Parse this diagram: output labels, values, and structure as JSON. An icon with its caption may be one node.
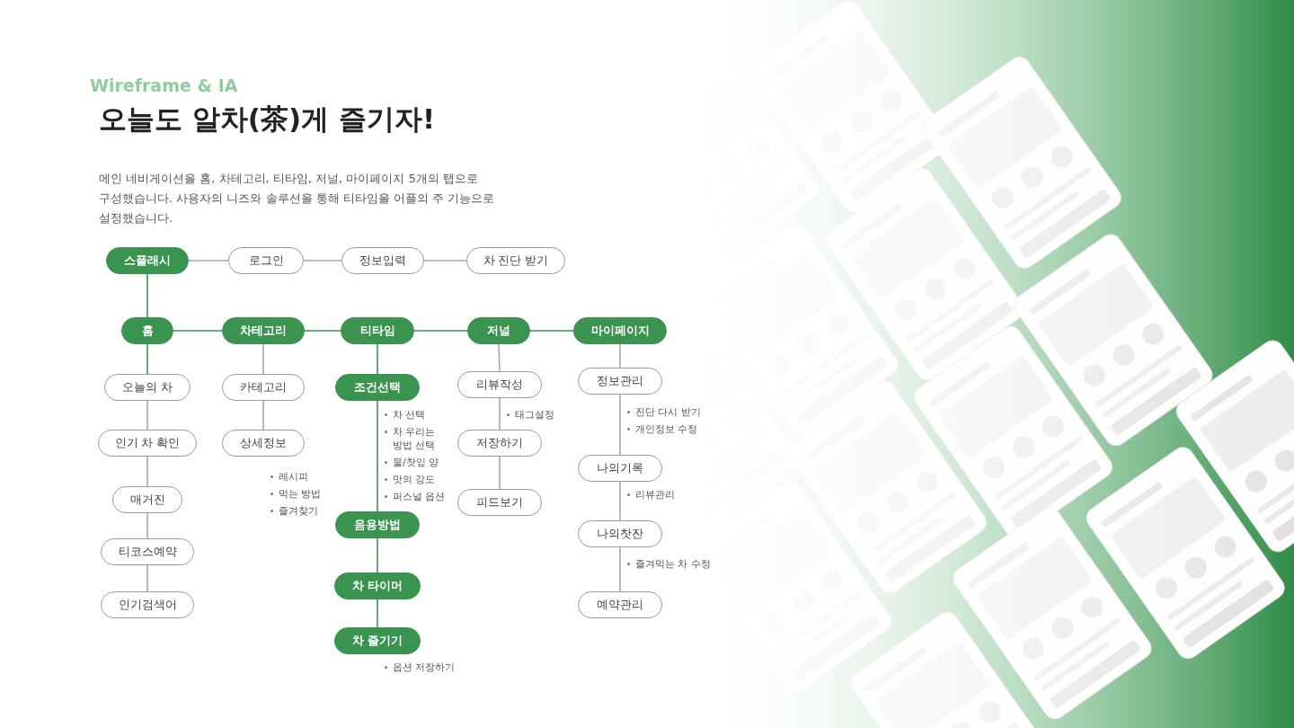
{
  "diagram": {
    "title": "오늘도 알차(茶)게 즐기자!",
    "nodes": [
      {
        "text": [
          "스플래시"
        ]
      },
      {
        "text": [
          "로그인"
        ]
      },
      {
        "text": [
          "정보입력"
        ]
      },
      {
        "text": [
          "차 진단 받기"
        ]
      },
      {
        "text": [
          "홈"
        ]
      },
      {
        "text": [
          "차테고리"
        ]
      },
      {
        "text": [
          "티타임"
        ]
      },
      {
        "text": [
          "저널"
        ]
      },
      {
        "text": [
          "마이페이지"
        ]
      },
      {
        "text": [
          "오늘의 차"
        ]
      },
      {
        "text": [
          "인기 차 확인"
        ]
      },
      {
        "text": [
          "매거진"
        ]
      },
      {
        "text": [
          "티코스예약"
        ]
      },
      {
        "text": [
          "인기검색어"
        ]
      },
      {
        "text": [
          "카테고리"
        ]
      },
      {
        "text": [
          "상세정보"
        ],
        "beside": [
          "레시피",
          "먹는 방법",
          "즐겨찾기"
        ]
      },
      {
        "text": [
          "조건선택"
        ],
        "beside": [
          "차 선택",
          "차 우리는 방법 선택",
          "물/찻잎 양",
          "맛의 강도",
          "퍼스널 옵션"
        ]
      },
      {
        "text": [
          "음용방법"
        ]
      },
      {
        "text": [
          "차 타이머"
        ]
      },
      {
        "text": [
          "차 즐기기"
        ],
        "beside": [
          "옵션 저장하기"
        ]
      },
      {
        "text": [
          "리뷰작성"
        ],
        "beside": [
          "태그설정"
        ]
      },
      {
        "text": [
          "저장하기"
        ]
      },
      {
        "text": [
          "피드보기"
        ]
      },
      {
        "text": [
          "정보관리"
        ],
        "beside": [
          "진단 다시 받기",
          "개인정보 수정"
        ]
      },
      {
        "text": [
          "나의기록"
        ],
        "beside": [
          "리뷰관리"
        ]
      },
      {
        "text": [
          "나의찻잔"
        ],
        "beside": [
          "즐겨먹는 차 수정"
        ]
      },
      {
        "text": [
          "예약관리"
        ]
      }
    ],
    "edges": [
      {
        "from": 0,
        "to": 1,
        "arrow": "none"
      },
      {
        "from": 1,
        "to": 2,
        "arrow": "none"
      },
      {
        "from": 2,
        "to": 3,
        "arrow": "none"
      },
      {
        "from": 0,
        "to": 4,
        "arrow": "none",
        "color": "#3a9450"
      },
      {
        "from": 4,
        "to": 5,
        "arrow": "none",
        "color": "#3a9450"
      },
      {
        "from": 5,
        "to": 6,
        "arrow": "none",
        "color": "#3a9450"
      },
      {
        "from": 6,
        "to": 7,
        "arrow": "none",
        "color": "#3a9450"
      },
      {
        "from": 7,
        "to": 8,
        "arrow": "none",
        "color": "#3a9450"
      },
      {
        "from": 4,
        "to": 9,
        "arrow": "none",
        "color": "#3a9450"
      },
      {
        "from": 9,
        "to": 10,
        "arrow": "none"
      },
      {
        "from": 10,
        "to": 11,
        "arrow": "none"
      },
      {
        "from": 11,
        "to": 12,
        "arrow": "none"
      },
      {
        "from": 12,
        "to": 13,
        "arrow": "none"
      },
      {
        "from": 5,
        "to": 14,
        "arrow": "none"
      },
      {
        "from": 14,
        "to": 15,
        "arrow": "none"
      },
      {
        "from": 6,
        "to": 16,
        "arrow": "none",
        "color": "#3a9450"
      },
      {
        "from": 16,
        "to": 17,
        "arrow": "none",
        "color": "#3a9450"
      },
      {
        "from": 17,
        "to": 18,
        "arrow": "none",
        "color": "#3a9450"
      },
      {
        "from": 18,
        "to": 19,
        "arrow": "none",
        "color": "#3a9450"
      },
      {
        "from": 7,
        "to": 20,
        "arrow": "none"
      },
      {
        "from": 20,
        "to": 21,
        "arrow": "none"
      },
      {
        "from": 21,
        "to": 22,
        "arrow": "none"
      },
      {
        "from": 8,
        "to": 23,
        "arrow": "none"
      },
      {
        "from": 23,
        "to": 24,
        "arrow": "none"
      },
      {
        "from": 24,
        "to": 25,
        "arrow": "none"
      },
      {
        "from": 25,
        "to": 26,
        "arrow": "none"
      }
    ],
    "labels": [
      "Wireframe & IA",
      "메인 네비게이션을 홈, 차테고리, 티타임, 저널, 마이페이지 5개의 탭으로 구성했습니다. 사용자의 니즈와 솔루션을 통해 티타임을 어플의 주 기능으로 설정했습니다."
    ]
  }
}
